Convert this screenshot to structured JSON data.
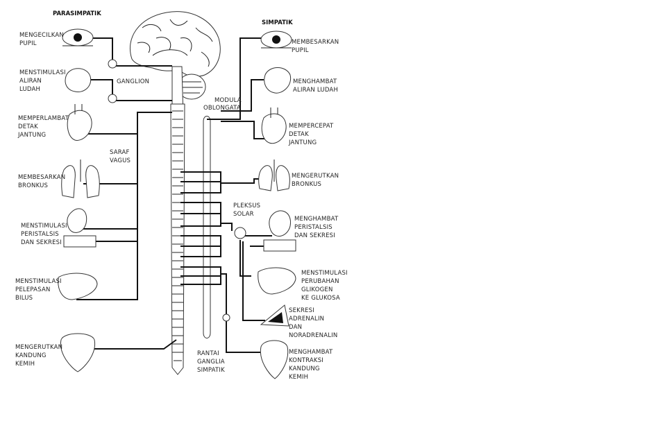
{
  "headers": {
    "parasympathetic": "PARASIMPATIK",
    "sympathetic": "SIMPATIK"
  },
  "center_labels": {
    "ganglion": "GANGLION",
    "medulla_1": "MODULA",
    "medulla_2": "OBLONGATA",
    "vagus_1": "SARAF",
    "vagus_2": "VAGUS",
    "plexus_1": "PLEKSUS",
    "plexus_2": "SOLAR",
    "chain_1": "RANTAI",
    "chain_2": "GANGLIA",
    "chain_3": "SIMPATIK"
  },
  "left_effects": [
    {
      "lines": [
        "MENGECILKAN",
        "PUPIL"
      ]
    },
    {
      "lines": [
        "MENSTIMULASI",
        "ALIRAN",
        "LUDAH"
      ]
    },
    {
      "lines": [
        "MEMPERLAMBAT",
        "DETAK",
        "JANTUNG"
      ]
    },
    {
      "lines": [
        "MEMBESARKAN",
        "BRONKUS"
      ]
    },
    {
      "lines": [
        "MENSTIMULASI",
        "PERISTALSIS",
        "DAN SEKRESI"
      ]
    },
    {
      "lines": [
        "MENSTIMULASI",
        "PELEPASAN",
        "BILUS"
      ]
    },
    {
      "lines": [
        "MENGERUTKAN",
        "KANDUNG",
        "KEMIH"
      ]
    }
  ],
  "right_effects": [
    {
      "lines": [
        "MEMBESARKAN",
        "PUPIL"
      ]
    },
    {
      "lines": [
        "MENGHAMBAT",
        "ALIRAN LUDAH"
      ]
    },
    {
      "lines": [
        "MEMPERCEPAT",
        "DETAK",
        "JANTUNG"
      ]
    },
    {
      "lines": [
        "MENGERUTKAN",
        "BRONKUS"
      ]
    },
    {
      "lines": [
        "MENGHAMBAT",
        "PERISTALSIS",
        "DAN SEKRESI"
      ]
    },
    {
      "lines": [
        "MENSTIMULASI",
        "PERUBAHAN",
        "GLIKOGEN",
        "KE GLUKOSA"
      ]
    },
    {
      "lines": [
        "SEKRESI",
        "ADRENALIN",
        "DAN",
        "NORADRENALIN"
      ]
    },
    {
      "lines": [
        "MENGHAMBAT",
        "KONTRAKSI",
        "KANDUNG",
        "KEMIH"
      ]
    }
  ]
}
